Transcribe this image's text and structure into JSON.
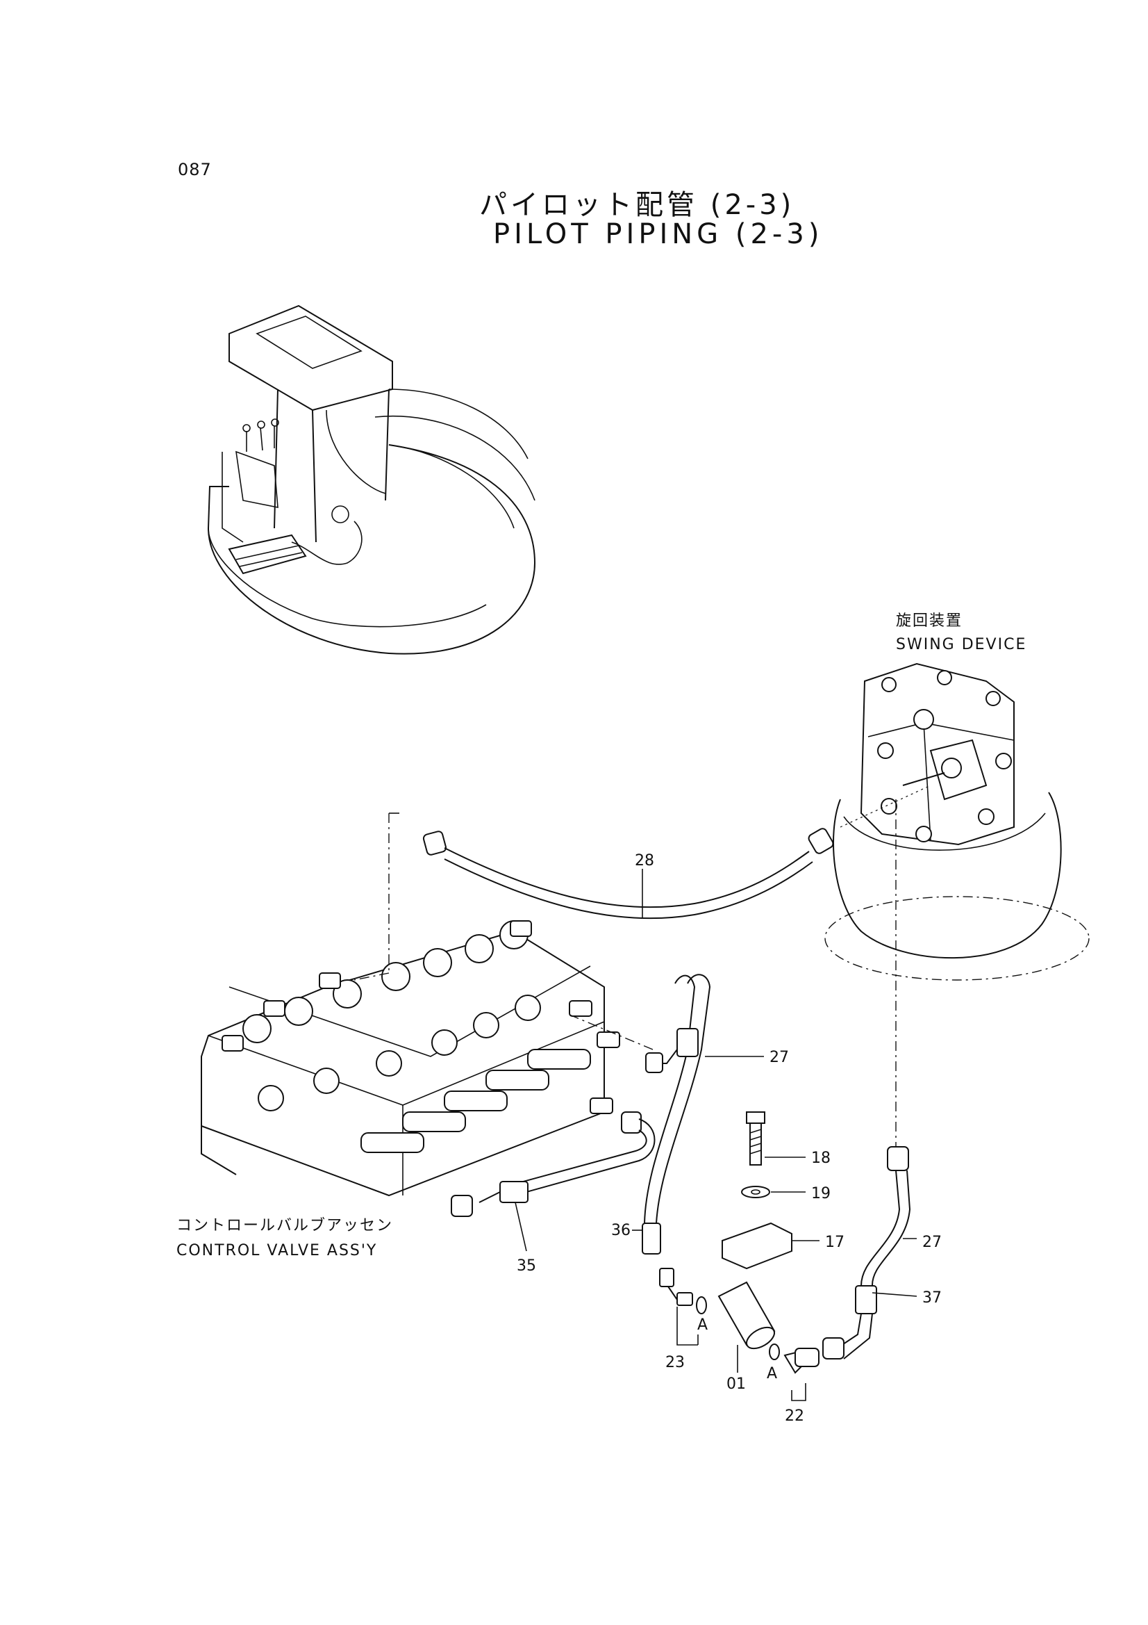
{
  "page_number": "087",
  "title_jp": "パイロット配管 (2-3)",
  "title_en": "PILOT PIPING (2-3)",
  "swing_device": {
    "jp": "旋回装置",
    "en": "SWING DEVICE"
  },
  "control_valve": {
    "jp": "コントロールバルブアッセン",
    "en": "CONTROL VALVE ASS'Y"
  },
  "parts": {
    "p28": "28",
    "p27a": "27",
    "p27b": "27",
    "p18": "18",
    "p19": "19",
    "p17": "17",
    "p36": "36",
    "p35": "35",
    "p37": "37",
    "p23": "23",
    "p01": "01",
    "p22": "22",
    "a1": "A",
    "a2": "A"
  }
}
